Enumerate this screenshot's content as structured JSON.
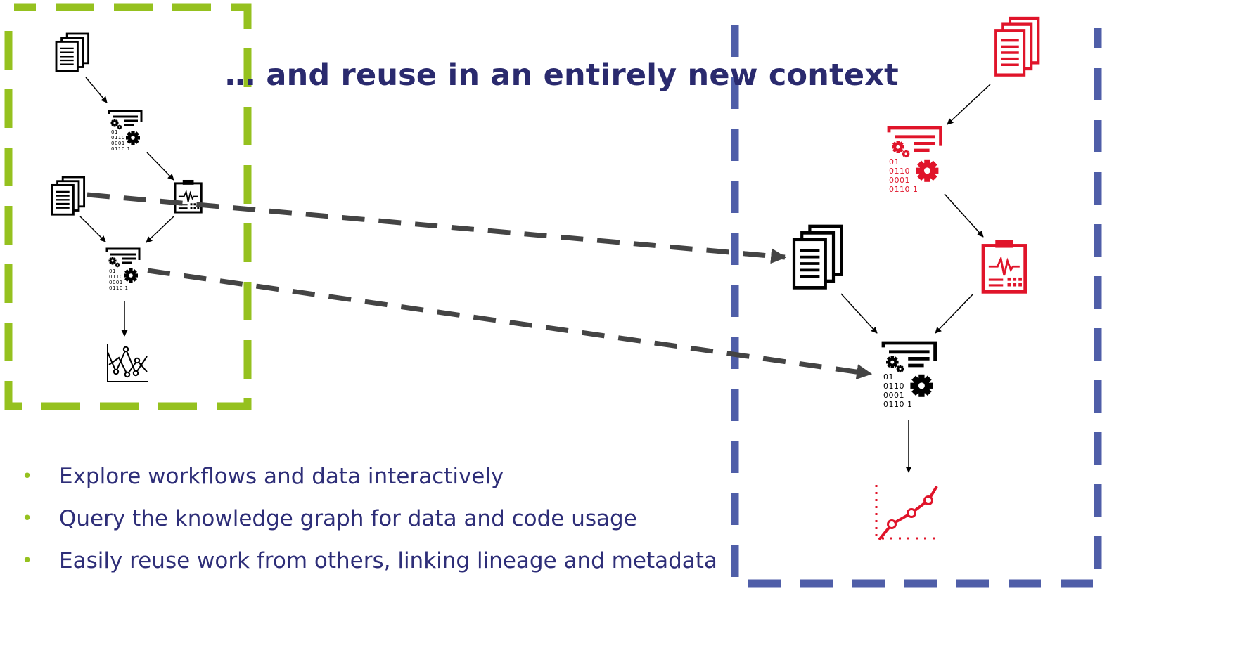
{
  "slide": {
    "title": "… and reuse in an entirely new context",
    "bullet_marker": "•",
    "bullets": [
      "Explore workflows and data interactively",
      "Query the knowledge graph for data and code usage",
      "Easily reuse work from others, linking lineage and metadata"
    ],
    "code_icon_text": [
      "01",
      "0110",
      "0001",
      "0110 1"
    ],
    "colors": {
      "original_frame": "#95c11f",
      "new_frame": "#4f5ea8",
      "reused_nodes": "#e0142a",
      "link_arrows": "#444444",
      "title_text": "#2a2a6e",
      "bullet_text": "#2e2e78"
    },
    "icons": {
      "dataset": "document-stack-icon",
      "code": "code-gears-icon",
      "report": "clipboard-report-icon",
      "plot": "line-plot-icon"
    }
  }
}
